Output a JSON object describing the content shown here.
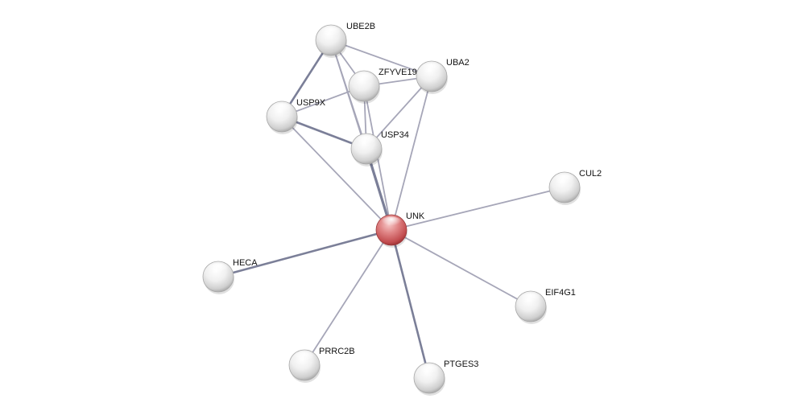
{
  "graph": {
    "nodes": [
      {
        "id": "UNK",
        "label": "UNK",
        "query": true
      },
      {
        "id": "UBE2B",
        "label": "UBE2B"
      },
      {
        "id": "ZFYVE19",
        "label": "ZFYVE19"
      },
      {
        "id": "UBA2",
        "label": "UBA2"
      },
      {
        "id": "USP9X",
        "label": "USP9X"
      },
      {
        "id": "USP34",
        "label": "USP34"
      },
      {
        "id": "CUL2",
        "label": "CUL2"
      },
      {
        "id": "HECA",
        "label": "HECA"
      },
      {
        "id": "EIF4G1",
        "label": "EIF4G1"
      },
      {
        "id": "PRRC2B",
        "label": "PRRC2B"
      },
      {
        "id": "PTGES3",
        "label": "PTGES3"
      }
    ],
    "edges": [
      {
        "source": "UBE2B",
        "target": "USP9X",
        "weight": 2
      },
      {
        "source": "UBE2B",
        "target": "ZFYVE19",
        "weight": 1
      },
      {
        "source": "UBE2B",
        "target": "UBA2",
        "weight": 1
      },
      {
        "source": "UBE2B",
        "target": "USP34",
        "weight": 1
      },
      {
        "source": "UBE2B",
        "target": "UNK",
        "weight": 1
      },
      {
        "source": "ZFYVE19",
        "target": "UBA2",
        "weight": 1
      },
      {
        "source": "ZFYVE19",
        "target": "USP9X",
        "weight": 1
      },
      {
        "source": "ZFYVE19",
        "target": "USP34",
        "weight": 1
      },
      {
        "source": "ZFYVE19",
        "target": "UNK",
        "weight": 1
      },
      {
        "source": "UBA2",
        "target": "USP34",
        "weight": 1
      },
      {
        "source": "UBA2",
        "target": "UNK",
        "weight": 1
      },
      {
        "source": "USP9X",
        "target": "USP34",
        "weight": 2
      },
      {
        "source": "USP9X",
        "target": "UNK",
        "weight": 1
      },
      {
        "source": "USP34",
        "target": "UNK",
        "weight": 3
      },
      {
        "source": "UNK",
        "target": "CUL2",
        "weight": 1
      },
      {
        "source": "UNK",
        "target": "HECA",
        "weight": 2
      },
      {
        "source": "UNK",
        "target": "EIF4G1",
        "weight": 1
      },
      {
        "source": "UNK",
        "target": "PRRC2B",
        "weight": 1
      },
      {
        "source": "UNK",
        "target": "PTGES3",
        "weight": 2
      }
    ]
  },
  "colors": {
    "edge": "#a6a6b8",
    "edge_strong": "#7b7f98",
    "node_fill": "#eeeeee",
    "node_query": "#d9696b"
  }
}
